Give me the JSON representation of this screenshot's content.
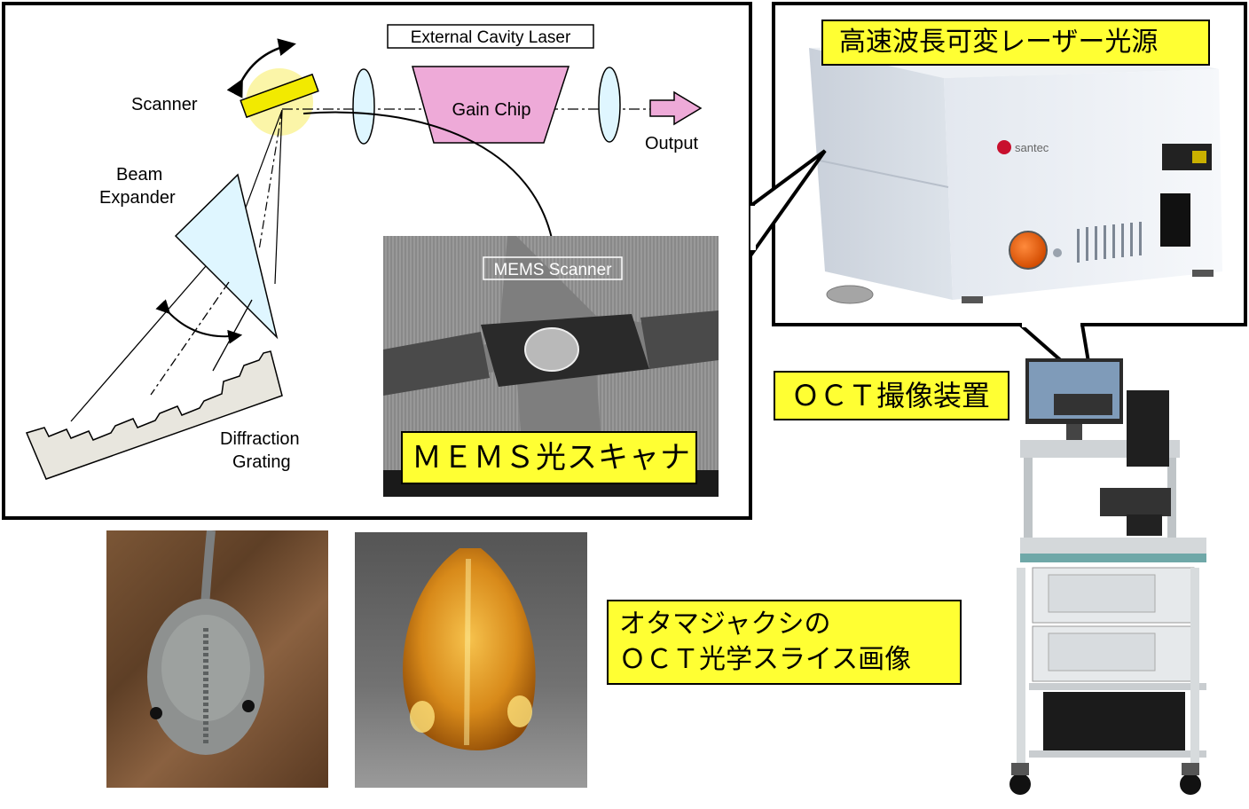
{
  "schematic": {
    "laser_title": "External Cavity Laser",
    "scanner_label": "Scanner",
    "gain_chip_label": "Gain Chip",
    "output_label": "Output",
    "beam_expander_line1": "Beam",
    "beam_expander_line2": "Expander",
    "grating_line1": "Diffraction",
    "grating_line2": "Grating",
    "mems_scanner_label": "MEMS Scanner"
  },
  "labels": {
    "mems_caption": "ＭＥＭＳ光スキャナ",
    "laser_source_caption": "高速波長可変レーザー光源",
    "oct_device_caption": "ＯＣＴ撮像装置",
    "tadpole_line1": "オタマジャクシの",
    "tadpole_line2": "ＯＣＴ光学スライス画像"
  },
  "device": {
    "brand": "santec"
  },
  "colors": {
    "callout_yellow": "#ffff33",
    "scanner_mirror": "#f2ea00",
    "scanner_glow": "#fbf5a8",
    "gain_chip": "#eeaad8",
    "lens": "#dff6ff",
    "prism": "#dff6ff",
    "grating": "#e8e6de",
    "output_arrow": "#eeaad8"
  }
}
